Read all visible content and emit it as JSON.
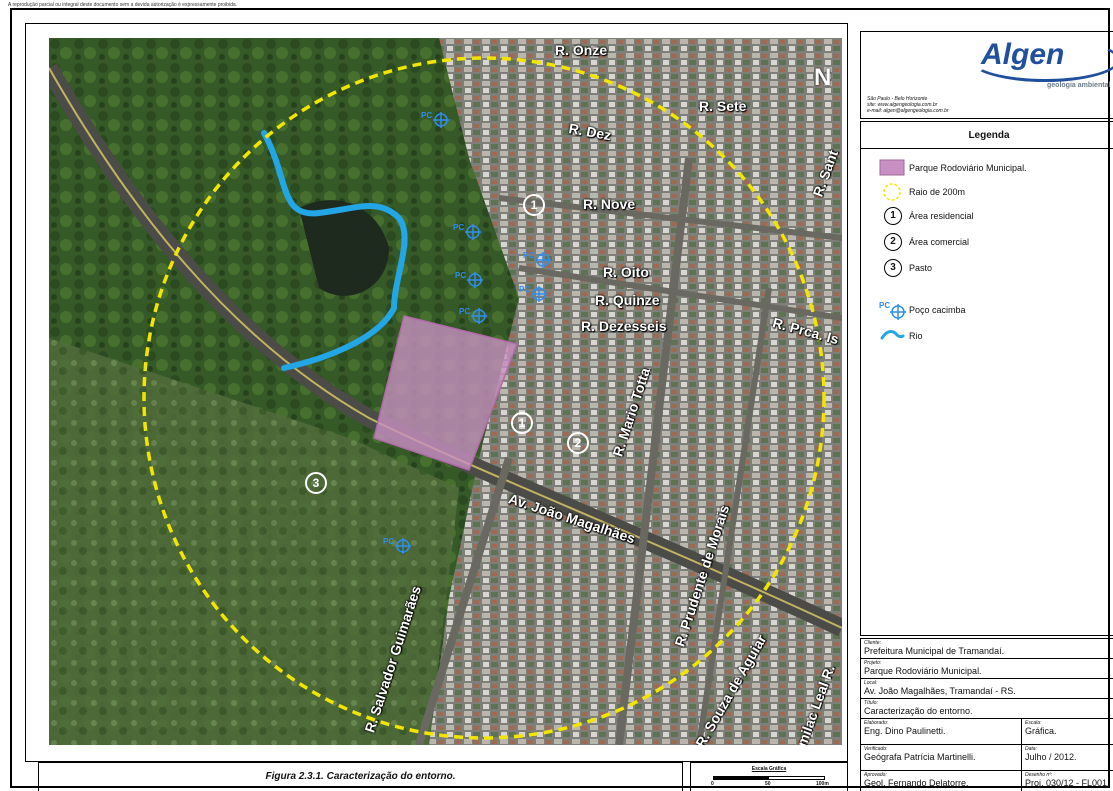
{
  "disclaimer": "A reprodução parcial ou integral deste documento sem a devida autorização é expressamente proibida.",
  "caption": "Figura 2.3.1. Caracterização do entorno.",
  "scale": {
    "title": "Escala Gráfica",
    "marks": [
      "0",
      "50",
      "100m"
    ]
  },
  "north_label": "N",
  "company": {
    "name": "Algen",
    "subtitle": "geologia ambiental",
    "contact_lines": [
      "São Paulo - Belo Horizonte",
      "site: www.algengeologia.com.br",
      "e-mail: algen@algengeologia.com.br"
    ]
  },
  "legend": {
    "title": "Legenda",
    "items": [
      {
        "type": "fill",
        "label": "Parque Rodoviário Municipal."
      },
      {
        "type": "ring",
        "label": "Raio de 200m"
      },
      {
        "type": "number",
        "number": "1",
        "label": "Área residencial"
      },
      {
        "type": "number",
        "number": "2",
        "label": "Área comercial"
      },
      {
        "type": "number",
        "number": "3",
        "label": "Pasto"
      },
      {
        "type": "well",
        "code": "PC",
        "label": "Poço cacimba"
      },
      {
        "type": "river",
        "label": "Rio"
      }
    ]
  },
  "info": {
    "client_label": "Cliente:",
    "client": "Prefeitura Municipal de Tramandaí.",
    "project_label": "Projeto:",
    "project": "Parque Rodoviário Municipal.",
    "location_label": "Local:",
    "location": "Av. João Magalhães, Tramandaí - RS.",
    "title_label": "Título:",
    "title": "Caracterização do entorno.",
    "prepared_label": "Elaborado:",
    "prepared": "Eng. Dino Paulinetti.",
    "scale_label": "Escala:",
    "scale": "Gráfica.",
    "checked_label": "Verificado:",
    "checked": "Geógrafa Patrícia Martinelli.",
    "date_label": "Data:",
    "date": "Julho / 2012.",
    "approved_label": "Aprovado:",
    "approved": "Geol. Fernando Delatorre.",
    "drawing_label": "Desenho nº:",
    "drawing": "Proj. 030/12 - FL001."
  },
  "map": {
    "streets": [
      {
        "id": "onze",
        "label": "R. Onze"
      },
      {
        "id": "sete",
        "label": "R. Sete"
      },
      {
        "id": "dez",
        "label": "R. Dez"
      },
      {
        "id": "nove",
        "label": "R. Nove"
      },
      {
        "id": "oito",
        "label": "R. Oito"
      },
      {
        "id": "quinze",
        "label": "R. Quinze"
      },
      {
        "id": "dezesseis",
        "label": "R. Dezesseis"
      },
      {
        "id": "santo",
        "label": "R. Sant"
      },
      {
        "id": "prca",
        "label": "R. Prca. Is"
      },
      {
        "id": "mario",
        "label": "R. Mario Totta"
      },
      {
        "id": "joao",
        "label": "Av. João Magalhães"
      },
      {
        "id": "prudente",
        "label": "R. Prudente de Morais"
      },
      {
        "id": "salvador",
        "label": "R. Salvador Guimarães"
      },
      {
        "id": "souza",
        "label": "R. Souza de Aguiar"
      },
      {
        "id": "leal",
        "label": "milac Leal R."
      }
    ],
    "zones": [
      {
        "id": "z1a",
        "number": "1"
      },
      {
        "id": "z1b",
        "number": "1"
      },
      {
        "id": "z2",
        "number": "2"
      },
      {
        "id": "z3",
        "number": "3"
      }
    ],
    "wells": [
      {
        "id": "w1",
        "code": "PC"
      },
      {
        "id": "w2",
        "code": "PC"
      },
      {
        "id": "w3",
        "code": "PC"
      },
      {
        "id": "w4",
        "code": "PC"
      },
      {
        "id": "w5",
        "code": "PC"
      },
      {
        "id": "w6",
        "code": "PC"
      },
      {
        "id": "w7",
        "code": "PC"
      }
    ],
    "colors": {
      "vegetation": "#3b5a2c",
      "urban": "#8a8a82",
      "road": "#4a4a48",
      "river": "#23a6e6",
      "parcel": "#c890c2",
      "radius": "#f2e600",
      "well": "#2e8ef0"
    }
  }
}
